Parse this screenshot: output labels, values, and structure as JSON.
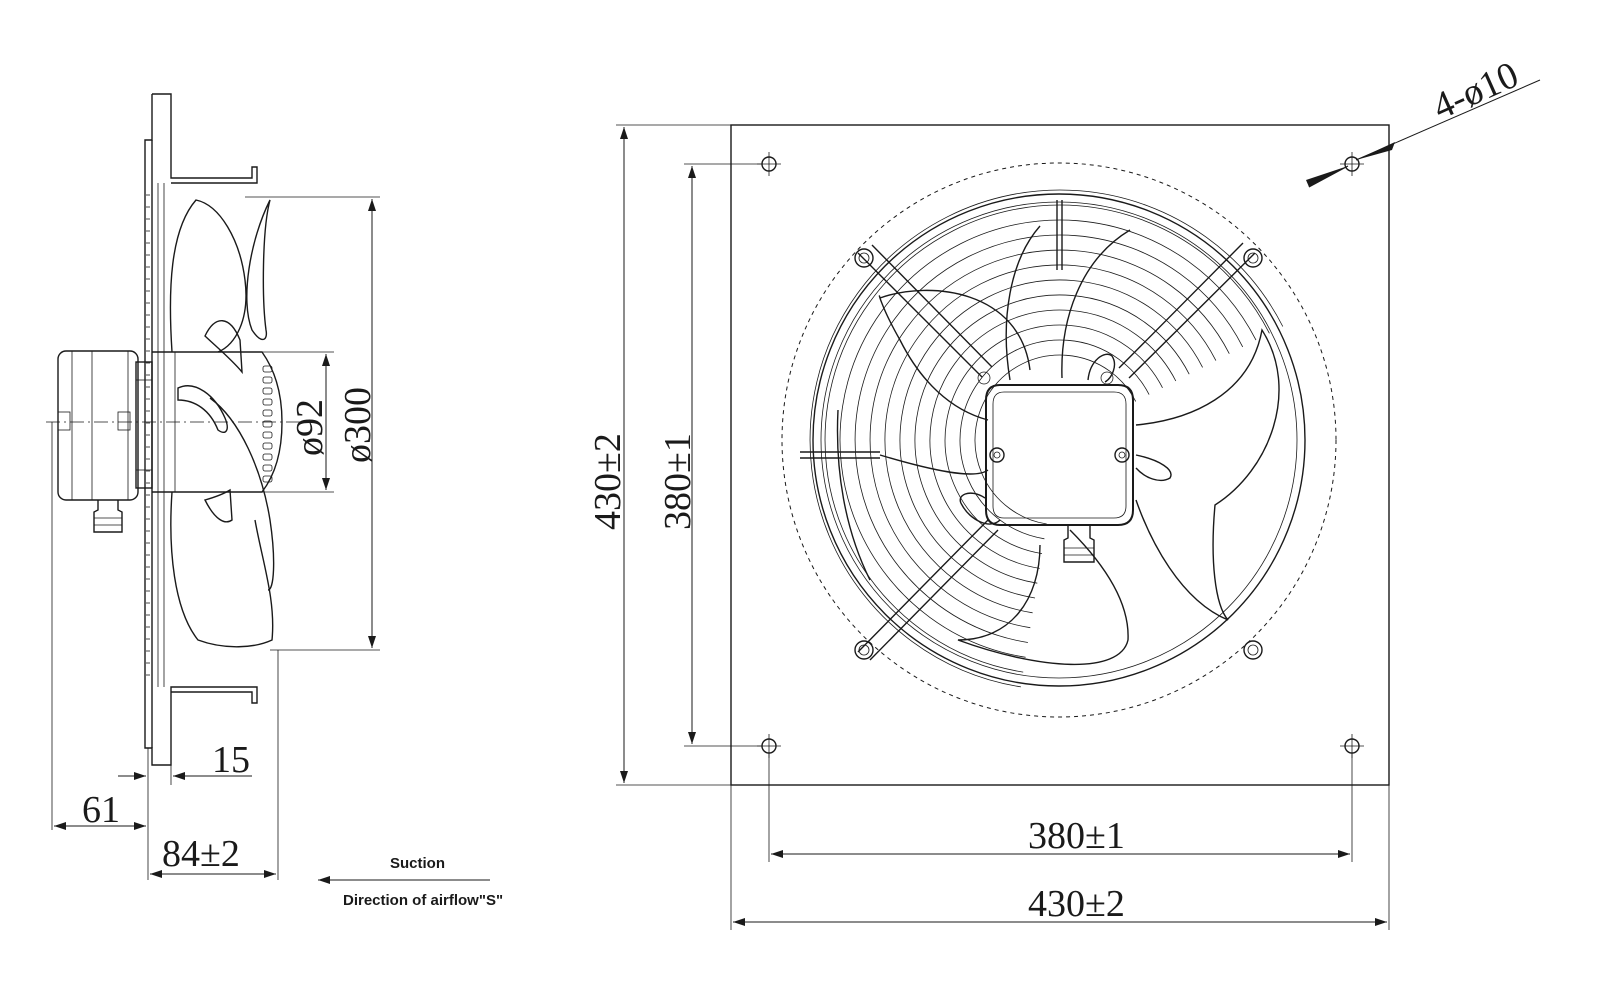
{
  "drawing": {
    "side_view": {
      "dim_fan_diameter": "ø300",
      "dim_hub_diameter": "ø92",
      "dim_flange_thickness": "15",
      "dim_motor_overhang": "61",
      "dim_depth": "84±2"
    },
    "front_view": {
      "dim_plate_height": "430±2",
      "dim_hole_pitch_vertical": "380±1",
      "dim_hole_pitch_horizontal": "380±1",
      "dim_plate_width": "430±2",
      "dim_mounting_holes": "4-ø10"
    },
    "airflow_legend": {
      "label_top": "Suction",
      "label_bottom": "Direction of airflow\"S\""
    }
  }
}
